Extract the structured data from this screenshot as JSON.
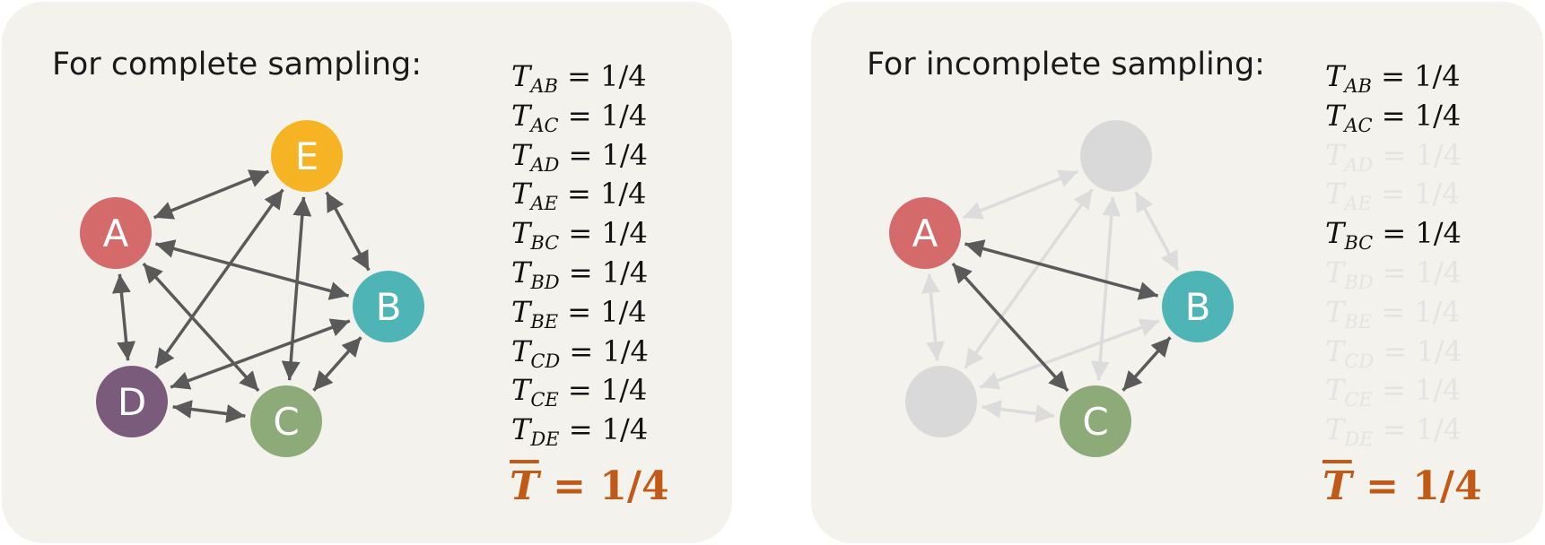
{
  "panels": [
    {
      "heading": "For complete sampling:",
      "nodes": [
        {
          "id": "A",
          "label": "A",
          "color": "#d46a6a",
          "active": true
        },
        {
          "id": "B",
          "label": "B",
          "color": "#4fb4b6",
          "active": true
        },
        {
          "id": "C",
          "label": "C",
          "color": "#8dab78",
          "active": true
        },
        {
          "id": "D",
          "label": "D",
          "color": "#7b5b7c",
          "active": true
        },
        {
          "id": "E",
          "label": "E",
          "color": "#f6b324",
          "active": true
        }
      ],
      "edges": [
        {
          "from": "A",
          "to": "B",
          "active": true
        },
        {
          "from": "A",
          "to": "C",
          "active": true
        },
        {
          "from": "A",
          "to": "D",
          "active": true
        },
        {
          "from": "A",
          "to": "E",
          "active": true
        },
        {
          "from": "B",
          "to": "C",
          "active": true
        },
        {
          "from": "B",
          "to": "D",
          "active": true
        },
        {
          "from": "B",
          "to": "E",
          "active": true
        },
        {
          "from": "C",
          "to": "D",
          "active": true
        },
        {
          "from": "C",
          "to": "E",
          "active": true
        },
        {
          "from": "D",
          "to": "E",
          "active": true
        }
      ],
      "equations": [
        {
          "symbol": "T",
          "subscript": "AB",
          "value": "= 1/4",
          "active": true
        },
        {
          "symbol": "T",
          "subscript": "AC",
          "value": "= 1/4",
          "active": true
        },
        {
          "symbol": "T",
          "subscript": "AD",
          "value": "= 1/4",
          "active": true
        },
        {
          "symbol": "T",
          "subscript": "AE",
          "value": "= 1/4",
          "active": true
        },
        {
          "symbol": "T",
          "subscript": "BC",
          "value": "= 1/4",
          "active": true
        },
        {
          "symbol": "T",
          "subscript": "BD",
          "value": "= 1/4",
          "active": true
        },
        {
          "symbol": "T",
          "subscript": "BE",
          "value": "= 1/4",
          "active": true
        },
        {
          "symbol": "T",
          "subscript": "CD",
          "value": "= 1/4",
          "active": true
        },
        {
          "symbol": "T",
          "subscript": "CE",
          "value": "= 1/4",
          "active": true
        },
        {
          "symbol": "T",
          "subscript": "DE",
          "value": "= 1/4",
          "active": true
        }
      ],
      "average": {
        "symbol": "T",
        "value": "= 1/4"
      }
    },
    {
      "heading": "For incomplete sampling:",
      "nodes": [
        {
          "id": "A",
          "label": "A",
          "color": "#d46a6a",
          "active": true
        },
        {
          "id": "B",
          "label": "B",
          "color": "#4fb4b6",
          "active": true
        },
        {
          "id": "C",
          "label": "C",
          "color": "#8dab78",
          "active": true
        },
        {
          "id": "D",
          "label": "",
          "color": "#d9d9d9",
          "active": false
        },
        {
          "id": "E",
          "label": "",
          "color": "#d9d9d9",
          "active": false
        }
      ],
      "edges": [
        {
          "from": "A",
          "to": "B",
          "active": true
        },
        {
          "from": "A",
          "to": "C",
          "active": true
        },
        {
          "from": "A",
          "to": "D",
          "active": false
        },
        {
          "from": "A",
          "to": "E",
          "active": false
        },
        {
          "from": "B",
          "to": "C",
          "active": true
        },
        {
          "from": "B",
          "to": "D",
          "active": false
        },
        {
          "from": "B",
          "to": "E",
          "active": false
        },
        {
          "from": "C",
          "to": "D",
          "active": false
        },
        {
          "from": "C",
          "to": "E",
          "active": false
        },
        {
          "from": "D",
          "to": "E",
          "active": false
        }
      ],
      "equations": [
        {
          "symbol": "T",
          "subscript": "AB",
          "value": "= 1/4",
          "active": true
        },
        {
          "symbol": "T",
          "subscript": "AC",
          "value": "= 1/4",
          "active": true
        },
        {
          "symbol": "T",
          "subscript": "AD",
          "value": "= 1/4",
          "active": false
        },
        {
          "symbol": "T",
          "subscript": "AE",
          "value": "= 1/4",
          "active": false
        },
        {
          "symbol": "T",
          "subscript": "BC",
          "value": "= 1/4",
          "active": true
        },
        {
          "symbol": "T",
          "subscript": "BD",
          "value": "= 1/4",
          "active": false
        },
        {
          "symbol": "T",
          "subscript": "BE",
          "value": "= 1/4",
          "active": false
        },
        {
          "symbol": "T",
          "subscript": "CD",
          "value": "= 1/4",
          "active": false
        },
        {
          "symbol": "T",
          "subscript": "CE",
          "value": "= 1/4",
          "active": false
        },
        {
          "symbol": "T",
          "subscript": "DE",
          "value": "= 1/4",
          "active": false
        }
      ],
      "average": {
        "symbol": "T",
        "value": "= 1/4"
      }
    }
  ],
  "colors": {
    "panel_background": "#f3f2ec",
    "edge_active": "#5a5a5a",
    "edge_inactive": "#dcdcdc",
    "equation_inactive": "#e4e4e4",
    "average_accent": "#c15a17"
  }
}
